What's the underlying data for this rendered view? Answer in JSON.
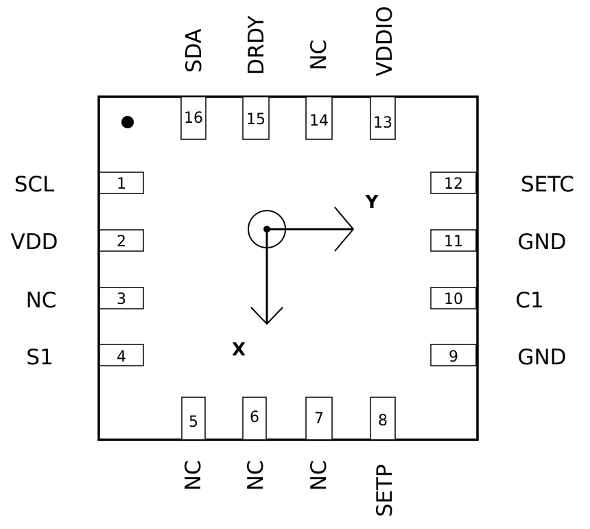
{
  "chip": {
    "pins": [
      {
        "number": "1",
        "name": "SCL"
      },
      {
        "number": "2",
        "name": "VDD"
      },
      {
        "number": "3",
        "name": "NC"
      },
      {
        "number": "4",
        "name": "S1"
      },
      {
        "number": "5",
        "name": "NC"
      },
      {
        "number": "6",
        "name": "NC"
      },
      {
        "number": "7",
        "name": "NC"
      },
      {
        "number": "8",
        "name": "SETP"
      },
      {
        "number": "9",
        "name": "GND"
      },
      {
        "number": "10",
        "name": "C1"
      },
      {
        "number": "11",
        "name": "GND"
      },
      {
        "number": "12",
        "name": "SETC"
      },
      {
        "number": "13",
        "name": "VDDIO"
      },
      {
        "number": "14",
        "name": "NC"
      },
      {
        "number": "15",
        "name": "DRDY"
      },
      {
        "number": "16",
        "name": "SDA"
      }
    ]
  },
  "axes": {
    "x_label": "X",
    "y_label": "Y"
  }
}
